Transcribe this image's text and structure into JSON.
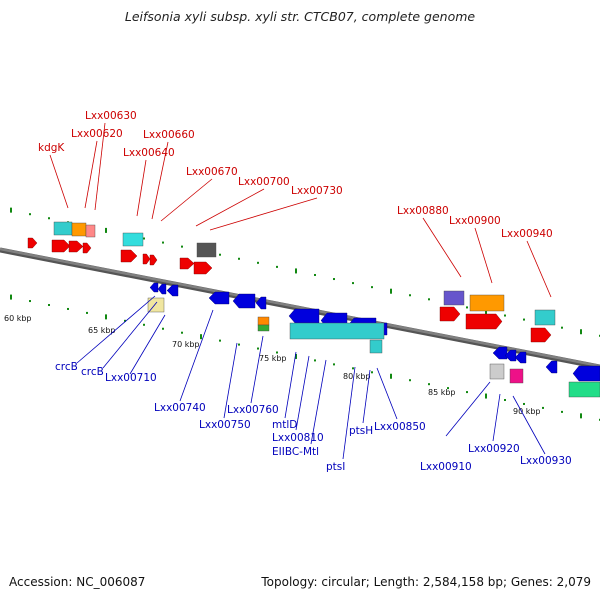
{
  "title": "Leifsonia xyli subsp. xyli str. CTCB07, complete genome",
  "footer": {
    "accession": "Accession: NC_006087",
    "summary": "Topology: circular; Length: 2,584,158 bp; Genes: 2,079"
  },
  "scale_labels": [
    "60 kbp",
    "65 kbp",
    "70 kbp",
    "75 kbp",
    "80 kbp",
    "85 kbp",
    "90 kbp"
  ],
  "forward_gene_labels": [
    "kdgK",
    "Lxx00620",
    "Lxx00630",
    "Lxx00640",
    "Lxx00660",
    "Lxx00670",
    "Lxx00700",
    "Lxx00730",
    "Lxx00880",
    "Lxx00900",
    "Lxx00940"
  ],
  "reverse_gene_labels": [
    "crcB",
    "crcB",
    "Lxx00710",
    "Lxx00740",
    "Lxx00750",
    "Lxx00760",
    "mtlD",
    "Lxx00810",
    "EIIBC-Mtl",
    "ptsI",
    "ptsH",
    "Lxx00850",
    "Lxx00910",
    "Lxx00920",
    "Lxx00930"
  ],
  "colors": {
    "forward_label": "#cc0000",
    "reverse_label": "#0000bb",
    "forward_gene": "#ee0000",
    "reverse_gene": "#0000dd",
    "backbone": "#808080",
    "tick_marks": "#118811"
  }
}
